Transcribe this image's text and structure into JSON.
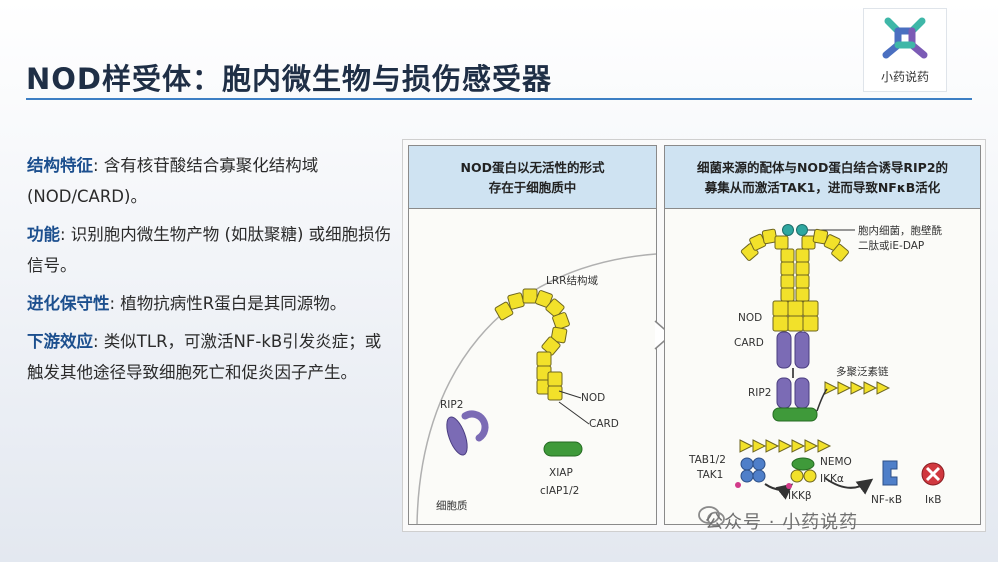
{
  "slide": {
    "title": "NOD样受体：胞内微生物与损伤感受器"
  },
  "logo": {
    "text": "小药说药"
  },
  "bullets": [
    {
      "key": "结构特征",
      "text": ": 含有核苷酸结合寡聚化结构域(NOD/CARD)。"
    },
    {
      "key": "功能",
      "text": ": 识别胞内微生物产物 (如肽聚糖) 或细胞损伤信号。"
    },
    {
      "key": "进化保守性",
      "text": ": 植物抗病性R蛋白是其同源物。"
    },
    {
      "key": "下游效应",
      "text": ": 类似TLR，可激活NF-kB引发炎症；或触发其他途径导致细胞死亡和促炎因子产生。"
    }
  ],
  "figure": {
    "left_panel": {
      "header_line1": "NOD蛋白以无活性的形式",
      "header_line2": "存在于细胞质中",
      "labels": {
        "lrr": "LRR结构域",
        "nod": "NOD",
        "card": "CARD",
        "rip2": "RIP2",
        "xiap": "XIAP",
        "ciap": "cIAP1/2",
        "cytoplasm": "细胞质"
      }
    },
    "right_panel": {
      "header_line1": "细菌来源的配体与NOD蛋白结合诱导RIP2的",
      "header_line2": "募集从而激活TAK1，进而导致NFκB活化",
      "labels": {
        "bacteria1": "胞内细菌，胞壁酰",
        "bacteria2": "二肽或iE-DAP",
        "nod": "NOD",
        "card": "CARD",
        "rip2": "RIP2",
        "ubiquitin": "多聚泛素链",
        "tab": "TAB1/2",
        "tak": "TAK1",
        "nemo": "NEMO",
        "ikka": "IKKα",
        "ikkb": "IKKβ",
        "nfkb": "NF-κB",
        "ikb": "IκB"
      }
    }
  },
  "watermark": {
    "text": "公众号 · 小药说药"
  },
  "colors": {
    "title": "#1f2f46",
    "accent": "#3d7fc4",
    "key": "#1c4f8e",
    "lrr": "#f2e12a",
    "rip2": "#7b6bb5",
    "green": "#3f9a3a",
    "header_bg": "#cfe3f2"
  }
}
